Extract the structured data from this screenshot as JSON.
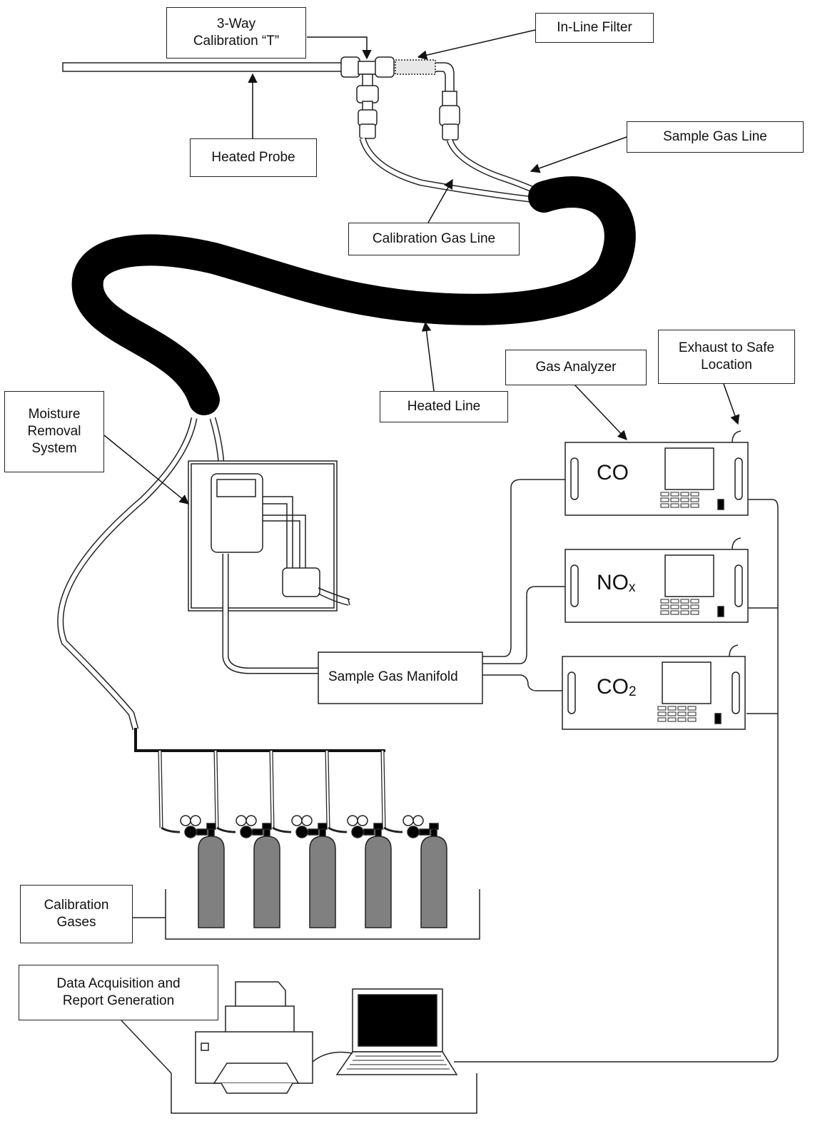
{
  "labels": {
    "calibration_t": "3-Way\nCalibration “T”",
    "inline_filter": "In-Line Filter",
    "heated_probe": "Heated Probe",
    "sample_gas_line": "Sample Gas Line",
    "calibration_gas_line": "Calibration Gas Line",
    "heated_line": "Heated Line",
    "gas_analyzer": "Gas Analyzer",
    "exhaust": "Exhaust to Safe\nLocation",
    "moisture_removal": "Moisture\nRemoval\nSystem",
    "sample_gas_manifold": "Sample Gas Manifold",
    "calibration_gases": "Calibration\nGases",
    "data_acquisition": "Data Acquisition and\nReport Generation"
  },
  "analyzers": [
    {
      "main": "CO",
      "sub": ""
    },
    {
      "main": "NO",
      "sub": "x"
    },
    {
      "main": "CO",
      "sub": "2"
    }
  ],
  "cylinder_count": 5,
  "colors": {
    "line": "#222222",
    "heated_line": "#000000",
    "cylinder": "#808080"
  }
}
